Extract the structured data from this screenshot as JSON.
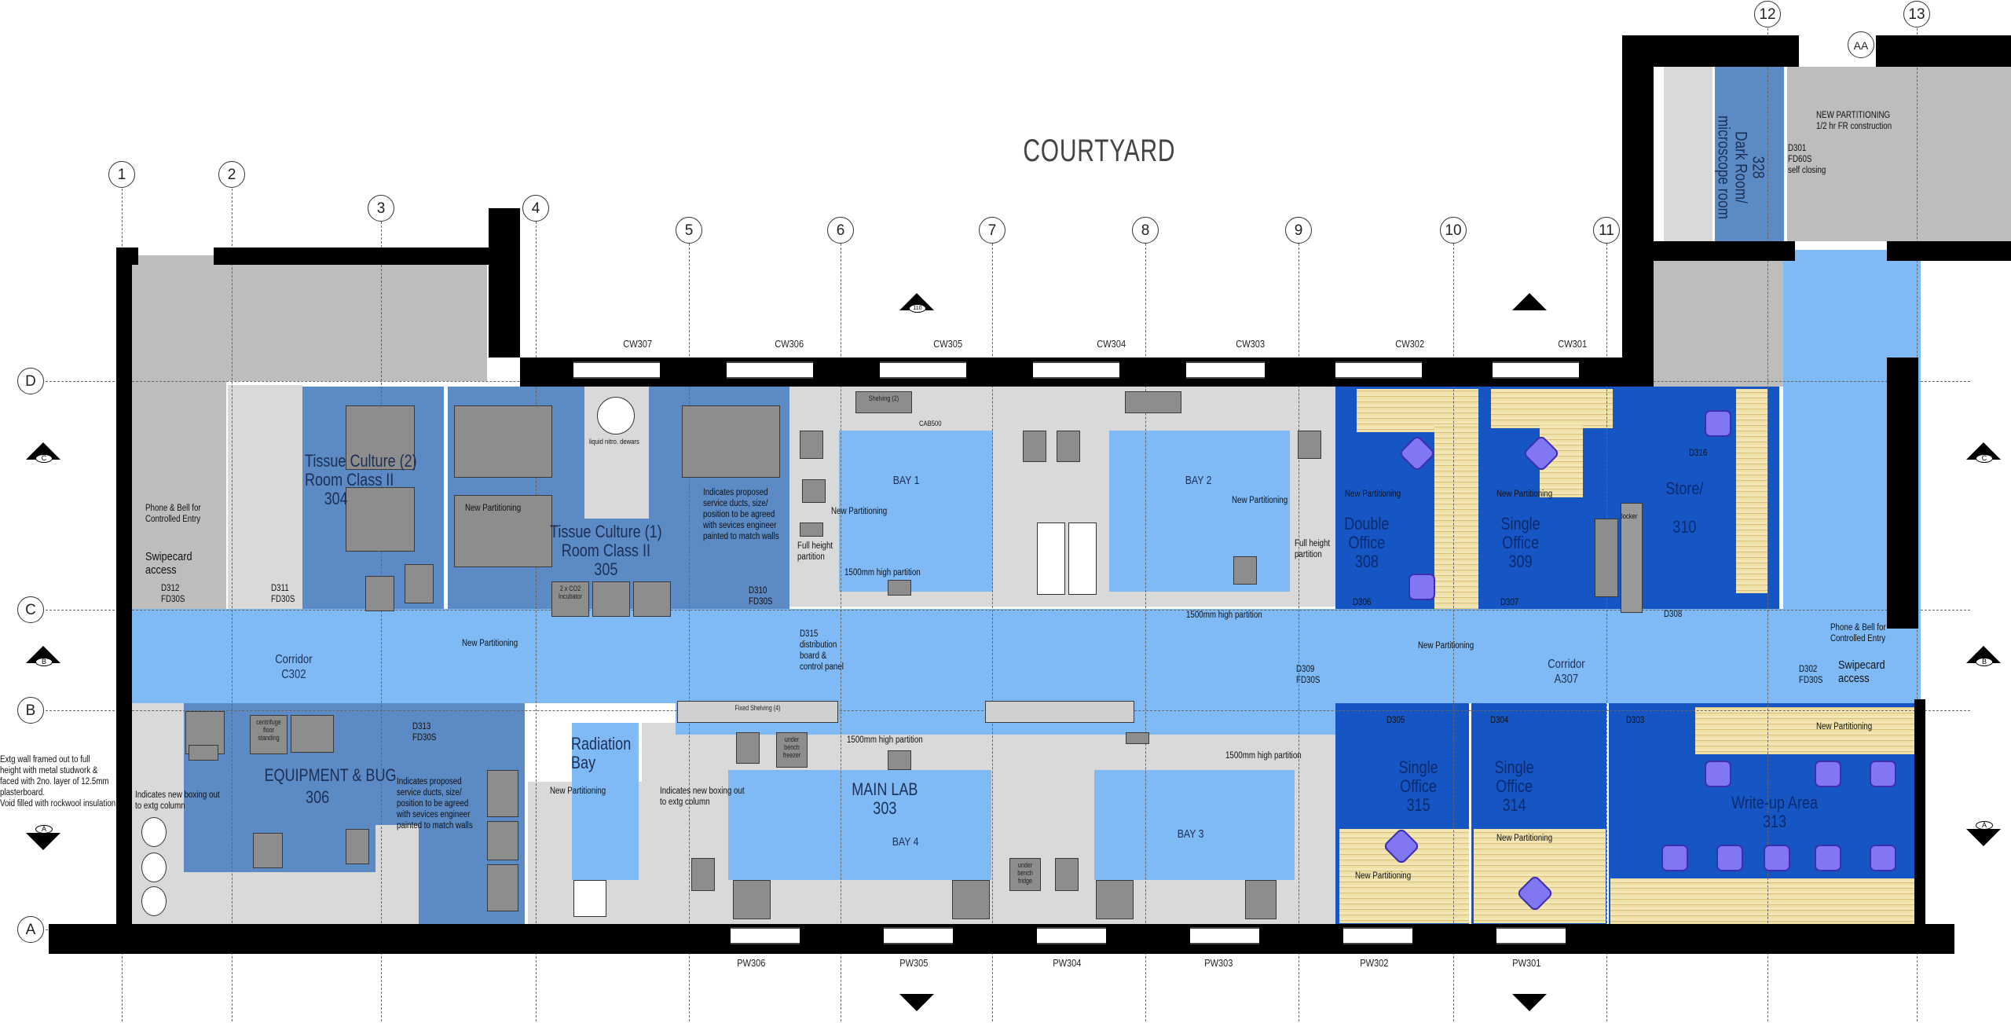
{
  "title": "COURTYARD",
  "colors": {
    "lab_blue": "#5b8ac4",
    "corridor_blue": "#7fbaf6",
    "office_blue": "#1556c4",
    "grey": "#bdbdbd",
    "chair": "#8177f2",
    "wood": "#efe0a6"
  },
  "grid_columns": [
    "1",
    "2",
    "3",
    "4",
    "5",
    "6",
    "7",
    "8",
    "9",
    "10",
    "11",
    "12",
    "13"
  ],
  "grid_rows": [
    "D",
    "C",
    "B",
    "A"
  ],
  "windows_top": [
    "CW307",
    "CW306",
    "CW305",
    "CW304",
    "CW303",
    "CW302",
    "CW301"
  ],
  "windows_bottom": [
    "PW306",
    "PW305",
    "PW304",
    "PW303",
    "PW302",
    "PW301"
  ],
  "section_markers": {
    "c": "C",
    "b": "B",
    "a": "A",
    "aa": "AA",
    "sheet": "110"
  },
  "rooms": {
    "tc2": {
      "line1": "Tissue Culture (2)",
      "line2": "Room Class II",
      "number": "304"
    },
    "tc1": {
      "line1": "Tissue Culture (1)",
      "line2": "Room Class II",
      "number": "305"
    },
    "bay1": "BAY 1",
    "bay2": "BAY 2",
    "bay3": "BAY 3",
    "bay4": "BAY 4",
    "main_lab": {
      "line1": "MAIN LAB",
      "number": "303"
    },
    "double_office": {
      "line1": "Double",
      "line2": "Office",
      "number": "308"
    },
    "single_309": {
      "line1": "Single",
      "line2": "Office",
      "number": "309"
    },
    "store": {
      "line1": "Store/",
      "number": "310"
    },
    "corridor_c": {
      "line1": "Corridor",
      "number": "C302"
    },
    "corridor_a": {
      "line1": "Corridor",
      "number": "A307"
    },
    "equipment": {
      "line1": "EQUIPMENT & BUG",
      "number": "306"
    },
    "radiation": {
      "line1": "Radiation",
      "line2": "Bay"
    },
    "single_315": {
      "line1": "Single",
      "line2": "Office",
      "number": "315"
    },
    "single_314": {
      "line1": "Single",
      "line2": "Office",
      "number": "314"
    },
    "writeup": {
      "line1": "Write-up Area",
      "number": "313"
    },
    "dark_room": {
      "number": "328",
      "line1": "Dark Room/",
      "line2": "microscope room"
    }
  },
  "notes": {
    "phone_bell": "Phone & Bell for Controlled Entry",
    "swipecard": "Swipecard access",
    "new_partitioning": "New Partitioning",
    "new_partitioning_fr": "NEW PARTITIONING",
    "fr_construction": "1/2 hr FR construction",
    "service_ducts": [
      "Indicates proposed",
      "service ducts, size/",
      "position to be agreed",
      "with sevices engineer",
      "painted to match walls"
    ],
    "boxing_out": [
      "Indicates new boxing out",
      "to extg column"
    ],
    "ext_wall": [
      "Extg wall framed out to full",
      "height with metal studwork &",
      "faced with 2no. layer of 12.5mm",
      "plasterboard.",
      "Void filled with rockwool insulation"
    ],
    "partition_1500": "1500mm high partition",
    "full_height": [
      "Full height",
      "partition"
    ],
    "distribution": [
      "D315",
      "distribution",
      "board &",
      "control panel"
    ],
    "self_closing": [
      "D301",
      "FD60S",
      "self closing"
    ]
  },
  "doors": {
    "d312": [
      "D312",
      "FD30S"
    ],
    "d311": [
      "D311",
      "FD30S"
    ],
    "d310": [
      "D310",
      "FD30S"
    ],
    "d313": [
      "D313",
      "FD30S"
    ],
    "d309": [
      "D309",
      "FD30S"
    ],
    "d302": [
      "D302",
      "FD30S"
    ],
    "d306": "D306",
    "d307": "D307",
    "d308": "D308",
    "d305": "D305",
    "d304": "D304",
    "d303": "D303",
    "d316": "D316"
  },
  "equipment": {
    "shelving": "Shelving (2)",
    "freezer": "under bench freezer",
    "fridge": "under bench fridge",
    "incubator": "2 x CO2 Incubator",
    "dewar": "liquid nitro. dewars",
    "centrifuge": "centrifuge floor standing",
    "locker": "locker",
    "cab": "CAB500",
    "fixed_shelving": "Fixed Shelving (4)"
  }
}
